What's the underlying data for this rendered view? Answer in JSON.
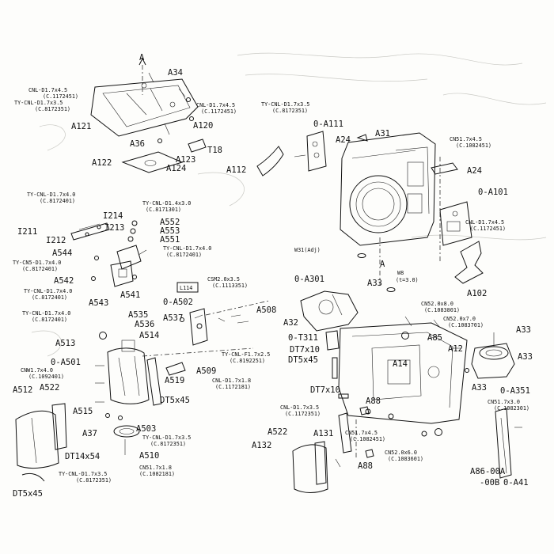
{
  "labels": [
    {
      "id": "A",
      "t": "A"
    },
    {
      "id": "A34",
      "t": "A34"
    },
    {
      "id": "cnl1",
      "t": "CNL-D1.7x4.5"
    },
    {
      "id": "cnl1c",
      "t": "(C.1172451)"
    },
    {
      "id": "tycnl1",
      "t": "TY-CNL-D1.7x3.5"
    },
    {
      "id": "tycnl1c",
      "t": "(C.8172351)"
    },
    {
      "id": "cnl2",
      "t": "CNL-D1.7x4.5"
    },
    {
      "id": "cnl2c",
      "t": "(C.1172451)"
    },
    {
      "id": "A121",
      "t": "A121"
    },
    {
      "id": "A120",
      "t": "A120"
    },
    {
      "id": "A36",
      "t": "A36"
    },
    {
      "id": "T18",
      "t": "T18"
    },
    {
      "id": "A122",
      "t": "A122"
    },
    {
      "id": "A123",
      "t": "A123"
    },
    {
      "id": "A124",
      "t": "A124"
    },
    {
      "id": "tycnl2",
      "t": "TY-CNL-D1.7x3.5"
    },
    {
      "id": "tycnl2c",
      "t": "(C.8172351)"
    },
    {
      "id": "OA111",
      "t": "0-A111"
    },
    {
      "id": "A31",
      "t": "A31"
    },
    {
      "id": "A24a",
      "t": "A24"
    },
    {
      "id": "cn1",
      "t": "CN51.7x4.5"
    },
    {
      "id": "cn1c",
      "t": "(C.1082451)"
    },
    {
      "id": "A112",
      "t": "A112"
    },
    {
      "id": "A24b",
      "t": "A24"
    },
    {
      "id": "OA101",
      "t": "0-A101"
    },
    {
      "id": "tycnl3",
      "t": "TY-CNL-D1.7x4.0"
    },
    {
      "id": "tycnl3c",
      "t": "(C.8172401)"
    },
    {
      "id": "tycnl4",
      "t": "TY-CNL-D1.4x3.0"
    },
    {
      "id": "tycnl4c",
      "t": "(C.8171301)"
    },
    {
      "id": "I214",
      "t": "I214"
    },
    {
      "id": "I211",
      "t": "I211"
    },
    {
      "id": "I213",
      "t": "I213"
    },
    {
      "id": "I212",
      "t": "I212"
    },
    {
      "id": "A552",
      "t": "A552"
    },
    {
      "id": "A553",
      "t": "A553"
    },
    {
      "id": "A551",
      "t": "A551"
    },
    {
      "id": "cnl3",
      "t": "CNL-D1.7x4.5"
    },
    {
      "id": "cnl3c",
      "t": "(C.1172451)"
    },
    {
      "id": "tycnl5",
      "t": "TY-CNL-D1.7x4.0"
    },
    {
      "id": "tycnl5c",
      "t": "(C.8172401)"
    },
    {
      "id": "A544",
      "t": "A544"
    },
    {
      "id": "tycn6",
      "t": "TY-CN5-D1.7x4.0"
    },
    {
      "id": "tycn6c",
      "t": "(C.8172401)"
    },
    {
      "id": "W31",
      "t": "W31(Adj)"
    },
    {
      "id": "Aa",
      "t": "A"
    },
    {
      "id": "W8",
      "t": "W8"
    },
    {
      "id": "W8b",
      "t": "(t=3.0)"
    },
    {
      "id": "A102",
      "t": "A102"
    },
    {
      "id": "A542",
      "t": "A542"
    },
    {
      "id": "A541",
      "t": "A541"
    },
    {
      "id": "tycnl7",
      "t": "TY-CNL-D1.7x4.0"
    },
    {
      "id": "tycnl7c",
      "t": "(C.8172401)"
    },
    {
      "id": "A543",
      "t": "A543"
    },
    {
      "id": "L114",
      "t": "L114"
    },
    {
      "id": "csm",
      "t": "CSM2.0x3.5"
    },
    {
      "id": "csmc",
      "t": "(C.1113351)"
    },
    {
      "id": "OA301",
      "t": "0-A301"
    },
    {
      "id": "A33a",
      "t": "A33"
    },
    {
      "id": "OA502",
      "t": "0-A502"
    },
    {
      "id": "A508",
      "t": "A508"
    },
    {
      "id": "cn52a",
      "t": "CN52.0x8.0"
    },
    {
      "id": "cn52ac",
      "t": "(C.1083801)"
    },
    {
      "id": "cn52b",
      "t": "CN52.0x7.0"
    },
    {
      "id": "cn52bc",
      "t": "(C.1083701)"
    },
    {
      "id": "tycnl8",
      "t": "TY-CNL-D1.7x4.0"
    },
    {
      "id": "tycnl8c",
      "t": "(C.8172401)"
    },
    {
      "id": "A535",
      "t": "A535"
    },
    {
      "id": "A536",
      "t": "A536"
    },
    {
      "id": "A537",
      "t": "A537"
    },
    {
      "id": "A32",
      "t": "A32"
    },
    {
      "id": "A33b",
      "t": "A33"
    },
    {
      "id": "A514",
      "t": "A514"
    },
    {
      "id": "OT311",
      "t": "0-T311"
    },
    {
      "id": "A85",
      "t": "A85"
    },
    {
      "id": "A513",
      "t": "A513"
    },
    {
      "id": "tyf",
      "t": "TY-CNL-F1.7x2.5"
    },
    {
      "id": "tyfc",
      "t": "(C.8192251)"
    },
    {
      "id": "DT7a",
      "t": "DT7x10"
    },
    {
      "id": "A12",
      "t": "A12"
    },
    {
      "id": "A33c",
      "t": "A33"
    },
    {
      "id": "OA501",
      "t": "0-A501"
    },
    {
      "id": "A509",
      "t": "A509"
    },
    {
      "id": "DT5a",
      "t": "DT5x45"
    },
    {
      "id": "A14",
      "t": "A14"
    },
    {
      "id": "cnl4",
      "t": "CNL-D1.7x1.8"
    },
    {
      "id": "cnl4c",
      "t": "(C.1172181)"
    },
    {
      "id": "cnw",
      "t": "CNW1.7x4.0"
    },
    {
      "id": "cnwc",
      "t": "(C.1092401)"
    },
    {
      "id": "A519",
      "t": "A519"
    },
    {
      "id": "DT7b",
      "t": "DT7x10"
    },
    {
      "id": "A33d",
      "t": "A33"
    },
    {
      "id": "OA351",
      "t": "0-A351"
    },
    {
      "id": "A512",
      "t": "A512"
    },
    {
      "id": "A522a",
      "t": "A522"
    },
    {
      "id": "DT5b",
      "t": "DT5x45"
    },
    {
      "id": "A88a",
      "t": "A88"
    },
    {
      "id": "cn3",
      "t": "CN51.7x3.0"
    },
    {
      "id": "cn3c",
      "t": "(C.1082301)"
    },
    {
      "id": "A515",
      "t": "A515"
    },
    {
      "id": "cnl5",
      "t": "CNL-D1.7x3.5"
    },
    {
      "id": "cnl5c",
      "t": "(C.1172351)"
    },
    {
      "id": "A37",
      "t": "A37"
    },
    {
      "id": "A503",
      "t": "A503"
    },
    {
      "id": "tycnl9",
      "t": "TY-CNL-D1.7x3.5"
    },
    {
      "id": "tycnl9c",
      "t": "(C.8172351)"
    },
    {
      "id": "A522b",
      "t": "A522"
    },
    {
      "id": "A131",
      "t": "A131"
    },
    {
      "id": "cn4",
      "t": "CN51.7x4.5"
    },
    {
      "id": "cn4c",
      "t": "(C.1082451)"
    },
    {
      "id": "DT14",
      "t": "DT14x54"
    },
    {
      "id": "A510",
      "t": "A510"
    },
    {
      "id": "cn5",
      "t": "CN51.7x1.8"
    },
    {
      "id": "tycnl10",
      "t": "TY-CNL-D1.7x3.5"
    },
    {
      "id": "cn5c",
      "t": "(C.1082181)"
    },
    {
      "id": "tycnl10c",
      "t": "(C.8172351)"
    },
    {
      "id": "A132",
      "t": "A132"
    },
    {
      "id": "cn52c",
      "t": "CN52.0x6.0"
    },
    {
      "id": "cn52cc",
      "t": "(C.1083601)"
    },
    {
      "id": "A88b",
      "t": "A88"
    },
    {
      "id": "A86",
      "t": "A86-00A"
    },
    {
      "id": "A86b",
      "t": "-00B"
    },
    {
      "id": "OA41",
      "t": "0-A41"
    },
    {
      "id": "DT5c",
      "t": "DT5x45"
    }
  ]
}
